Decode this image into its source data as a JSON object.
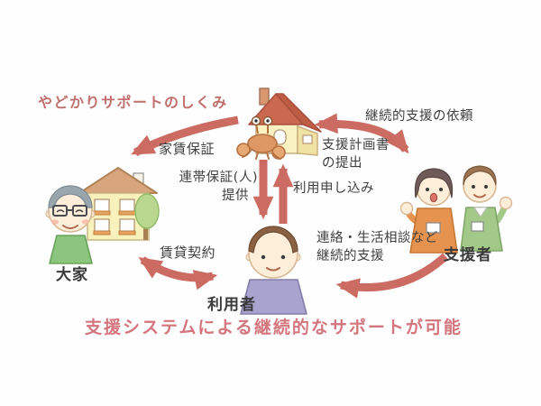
{
  "page": {
    "title": "やどかりサポートのしくみ",
    "footer": "支援システムによる継続的なサポートが可能"
  },
  "actors": {
    "landlord": {
      "label": "大家",
      "illustration": "elderly-landlord-with-two-story-house-and-tree"
    },
    "user": {
      "label": "利用者",
      "illustration": "young-man-in-purple-shirt"
    },
    "supporters": {
      "label": "支援者",
      "illustration": "two-support-staff-with-id-badges-waving"
    },
    "mascot": {
      "illustration": "hermit-crab-carrying-house"
    }
  },
  "arrows": [
    {
      "id": "rent-guarantee",
      "label": "家賃保証",
      "from": "mascot",
      "to": "landlord",
      "direction": "one-way"
    },
    {
      "id": "support-request",
      "label": "継続的支援の依頼",
      "from": "supporters",
      "to": "mascot",
      "direction": "two-way"
    },
    {
      "id": "support-plan",
      "label_line1": "支援計画書",
      "label_line2": "の提出",
      "from": "mascot",
      "to": "supporters",
      "direction": "two-way"
    },
    {
      "id": "guarantor",
      "label_line1": "連帯保証(人)",
      "label_line2": "提供",
      "from": "mascot",
      "to": "user",
      "direction": "one-way"
    },
    {
      "id": "application",
      "label": "利用申し込み",
      "from": "user",
      "to": "mascot",
      "direction": "one-way"
    },
    {
      "id": "lease-contract",
      "label": "賃貸契約",
      "from": "landlord",
      "to": "user",
      "direction": "two-way"
    },
    {
      "id": "ongoing-support",
      "label_line1": "連絡・生活相談など",
      "label_line2": "継続的支援",
      "from": "supporters",
      "to": "user",
      "direction": "one-way"
    }
  ],
  "colors": {
    "arrow": "#c75f55",
    "title_text": "#c0706c",
    "footer_text": "#d4757e",
    "label_text": "#3f3f3f",
    "background": "#ffffff"
  }
}
